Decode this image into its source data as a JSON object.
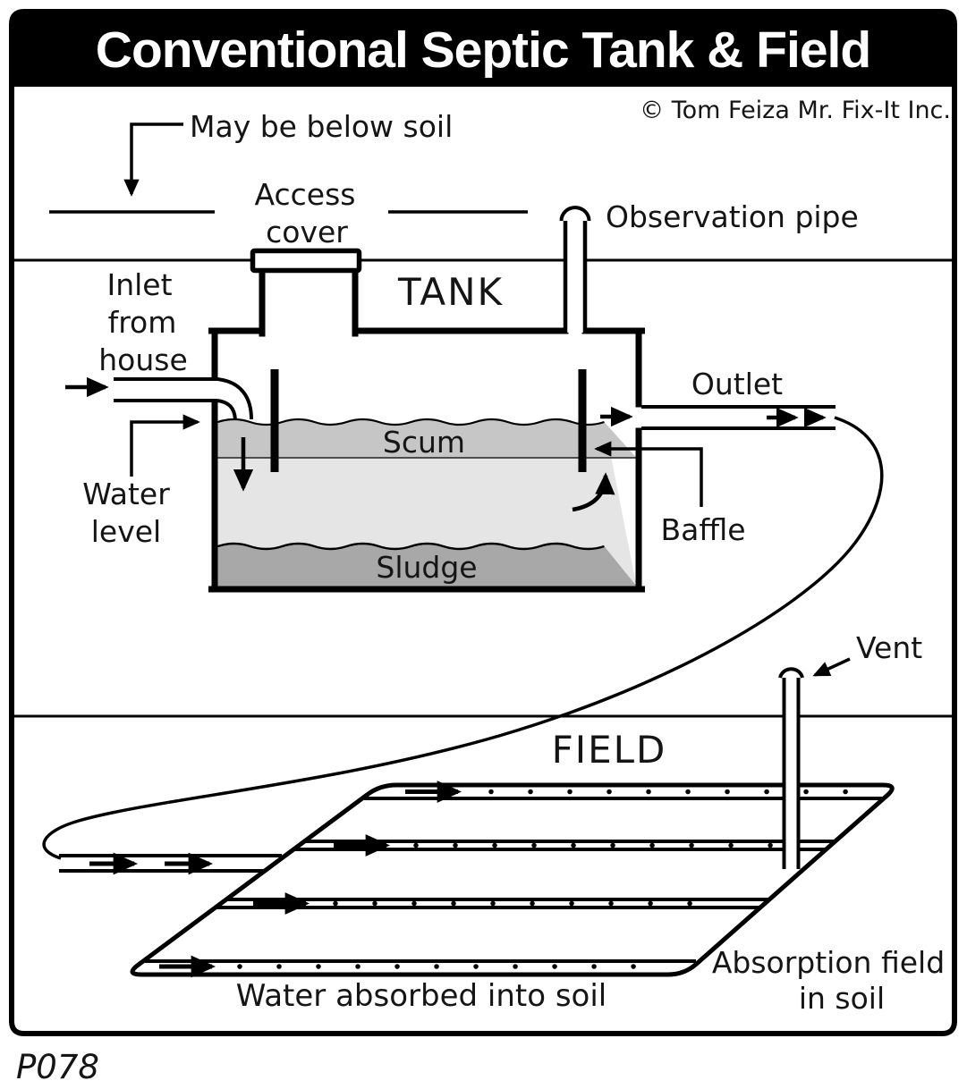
{
  "header": {
    "title": "Conventional Septic Tank & Field",
    "credit": "© Tom Feiza Mr. Fix-It Inc."
  },
  "footer": {
    "drawing_code": "P078"
  },
  "tank_section": {
    "may_be_below_soil": "May be below soil",
    "access_cover": [
      "Access",
      "cover"
    ],
    "observation_pipe": "Observation pipe",
    "tank": "TANK",
    "inlet_from_house": [
      "Inlet",
      "from",
      "house"
    ],
    "outlet": "Outlet",
    "scum": "Scum",
    "water_level": [
      "Water",
      "level"
    ],
    "baffle": "Baffle",
    "sludge": "Sludge"
  },
  "field_section": {
    "field": "FIELD",
    "vent": "Vent",
    "absorption_field": [
      "Absorption field",
      "in soil"
    ],
    "water_absorbed": "Water absorbed into soil"
  },
  "colors": {
    "ink": "#000000",
    "scum_gray": "#c6c6c6",
    "water_gray": "#e5e5e5",
    "sludge_gray": "#a8a8a8",
    "title_bg": "#000000",
    "title_text": "#ffffff",
    "paper": "#ffffff"
  }
}
